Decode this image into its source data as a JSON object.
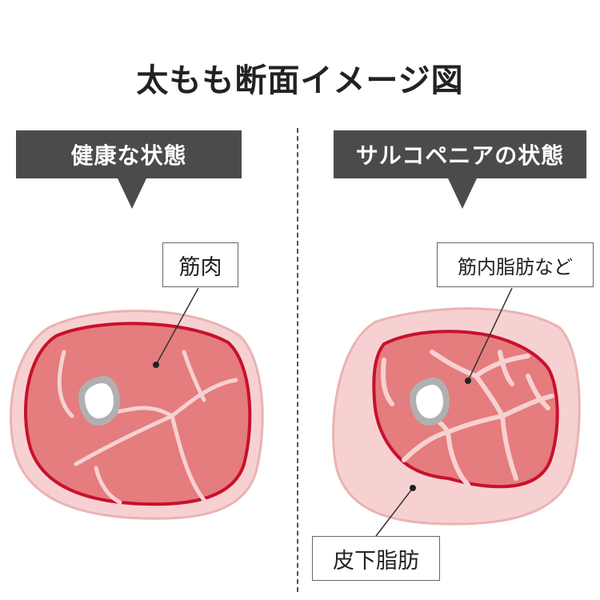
{
  "title": "太もも断面イメージ図",
  "left_panel": {
    "banner": "健康な状態",
    "muscle_label": "筋肉"
  },
  "right_panel": {
    "banner": "サルコペニアの状態",
    "muscle_fat_label": "筋内脂肪など",
    "subcutaneous_fat_label": "皮下脂肪"
  },
  "colors": {
    "banner_bg": "#4b4b4b",
    "fat_fill": "#f7d1d1",
    "fat_outline": "#e9b3b3",
    "muscle_fill": "#e57c7d",
    "muscle_outline": "#c8102e",
    "bone_ring": "#b0b0b0"
  }
}
